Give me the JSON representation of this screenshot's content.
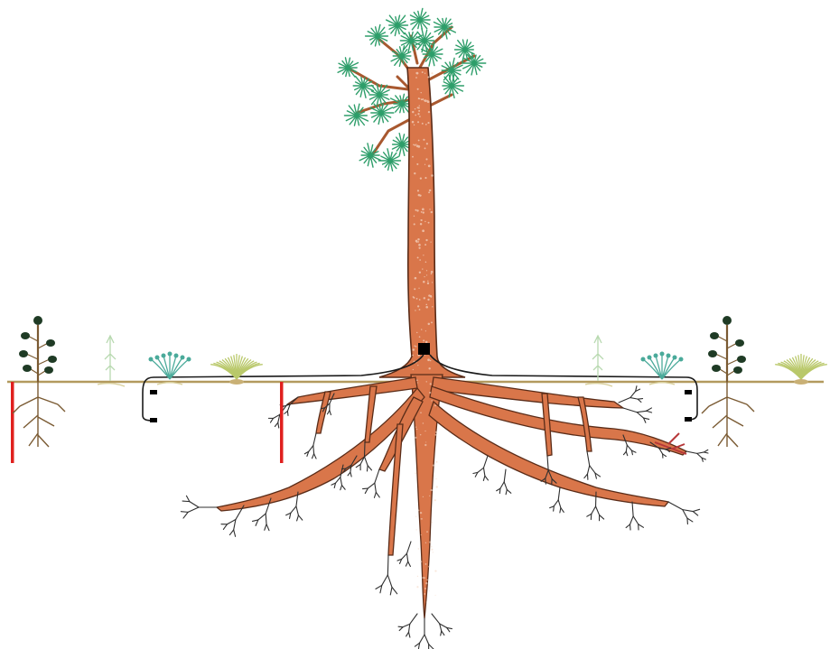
{
  "scene": {
    "colors": {
      "background": "#ffffff",
      "ground_line": "#b39a5e",
      "trunk_fill": "#d9764a",
      "trunk_outline": "#5a2c18",
      "pine_needles": "#2e9e6a",
      "fine_roots": "#2f2f2f",
      "sapling_stem": "#7a5a32",
      "sapling_leaves": "#1f3b25",
      "forb_green": "#4aaa9a",
      "grass_yellow_green": "#b9c86a",
      "marker_red": "#e0201e",
      "sensor_box": "#000000",
      "cable": "#1a1a1a"
    },
    "elements": {
      "pine_tree": "main-pine-tree",
      "left_sapling": "broadleaf-sapling",
      "right_sapling": "broadleaf-sapling",
      "sensors": "sensor-box",
      "depth_markers": "red-marker-post",
      "plants": [
        "seedling",
        "forb",
        "grass-tuft"
      ]
    }
  }
}
